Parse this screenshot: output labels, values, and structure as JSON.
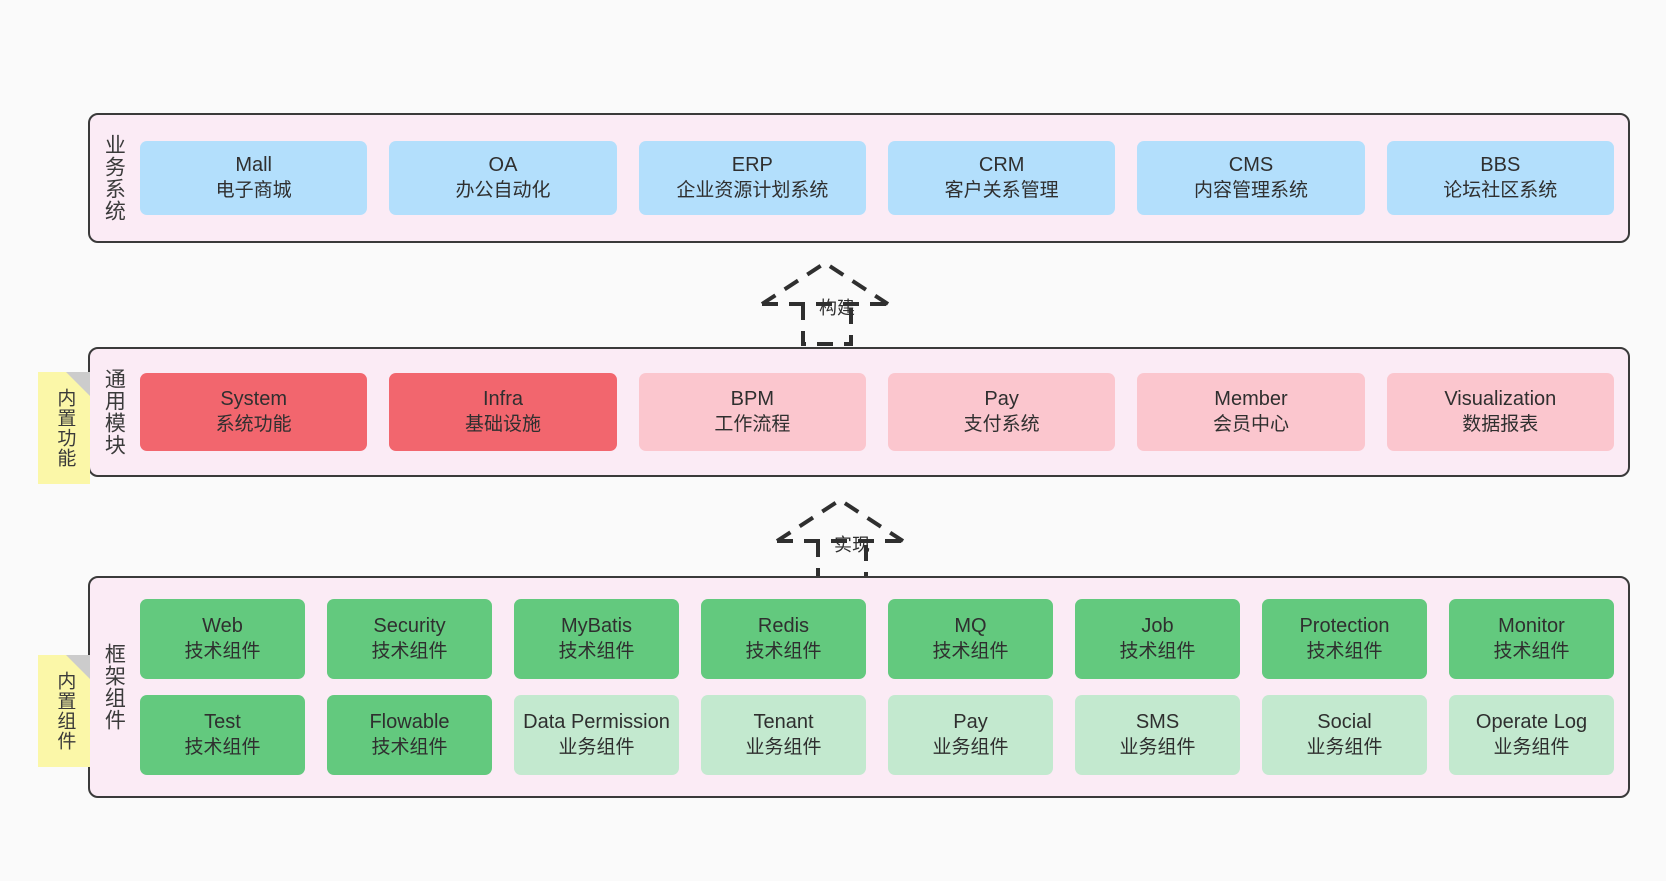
{
  "layers": [
    {
      "id": "business",
      "label": "业务系统",
      "rows": [
        {
          "cards": [
            {
              "en": "Mall",
              "cn": "电子商城",
              "color": "blue",
              "color_hex": "#b3dffc"
            },
            {
              "en": "OA",
              "cn": "办公自动化",
              "color": "blue",
              "color_hex": "#b3dffc"
            },
            {
              "en": "ERP",
              "cn": "企业资源计划系统",
              "color": "blue",
              "color_hex": "#b3dffc"
            },
            {
              "en": "CRM",
              "cn": "客户关系管理",
              "color": "blue",
              "color_hex": "#b3dffc"
            },
            {
              "en": "CMS",
              "cn": "内容管理系统",
              "color": "blue",
              "color_hex": "#b3dffc"
            },
            {
              "en": "BBS",
              "cn": "论坛社区系统",
              "color": "blue",
              "color_hex": "#b3dffc"
            }
          ]
        }
      ]
    },
    {
      "id": "modules",
      "label": "通用模块",
      "rows": [
        {
          "cards": [
            {
              "en": "System",
              "cn": "系统功能",
              "color": "red",
              "color_hex": "#f2666e"
            },
            {
              "en": "Infra",
              "cn": "基础设施",
              "color": "red",
              "color_hex": "#f2666e"
            },
            {
              "en": "BPM",
              "cn": "工作流程",
              "color": "pink",
              "color_hex": "#fbc6ce"
            },
            {
              "en": "Pay",
              "cn": "支付系统",
              "color": "pink",
              "color_hex": "#fbc6ce"
            },
            {
              "en": "Member",
              "cn": "会员中心",
              "color": "pink",
              "color_hex": "#fbc6ce"
            },
            {
              "en": "Visualization",
              "cn": "数据报表",
              "color": "pink",
              "color_hex": "#fbc6ce"
            }
          ]
        }
      ]
    },
    {
      "id": "framework",
      "label": "框架组件",
      "rows": [
        {
          "cards": [
            {
              "en": "Web",
              "cn": "技术组件",
              "color": "green",
              "color_hex": "#63c97e"
            },
            {
              "en": "Security",
              "cn": "技术组件",
              "color": "green",
              "color_hex": "#63c97e"
            },
            {
              "en": "MyBatis",
              "cn": "技术组件",
              "color": "green",
              "color_hex": "#63c97e"
            },
            {
              "en": "Redis",
              "cn": "技术组件",
              "color": "green",
              "color_hex": "#63c97e"
            },
            {
              "en": "MQ",
              "cn": "技术组件",
              "color": "green",
              "color_hex": "#63c97e"
            },
            {
              "en": "Job",
              "cn": "技术组件",
              "color": "green",
              "color_hex": "#63c97e"
            },
            {
              "en": "Protection",
              "cn": "技术组件",
              "color": "green",
              "color_hex": "#63c97e"
            },
            {
              "en": "Monitor",
              "cn": "技术组件",
              "color": "green",
              "color_hex": "#63c97e"
            }
          ]
        },
        {
          "cards": [
            {
              "en": "Test",
              "cn": "技术组件",
              "color": "green",
              "color_hex": "#63c97e"
            },
            {
              "en": "Flowable",
              "cn": "技术组件",
              "color": "green",
              "color_hex": "#63c97e"
            },
            {
              "en": "Data Permission",
              "cn": "业务组件",
              "color": "lightgreen",
              "color_hex": "#c3e9cf"
            },
            {
              "en": "Tenant",
              "cn": "业务组件",
              "color": "lightgreen",
              "color_hex": "#c3e9cf"
            },
            {
              "en": "Pay",
              "cn": "业务组件",
              "color": "lightgreen",
              "color_hex": "#c3e9cf"
            },
            {
              "en": "SMS",
              "cn": "业务组件",
              "color": "lightgreen",
              "color_hex": "#c3e9cf"
            },
            {
              "en": "Social",
              "cn": "业务组件",
              "color": "lightgreen",
              "color_hex": "#c3e9cf"
            },
            {
              "en": "Operate Log",
              "cn": "业务组件",
              "color": "lightgreen",
              "color_hex": "#c3e9cf"
            }
          ]
        }
      ]
    }
  ],
  "sticky_notes": [
    {
      "id": "builtin-features",
      "label": "内置功能",
      "color_hex": "#fbf7a8"
    },
    {
      "id": "builtin-components",
      "label": "内置组件",
      "color_hex": "#fbf7a8"
    }
  ],
  "arrows": [
    {
      "id": "build",
      "label": "构建"
    },
    {
      "id": "implement",
      "label": "实现"
    }
  ],
  "theme": {
    "background": "#fafafa",
    "layer_fill": "#fbebf5",
    "layer_border": "#3a3a3a",
    "text": "#2f2f2f",
    "arrow_stroke": "#2f2f2f"
  }
}
